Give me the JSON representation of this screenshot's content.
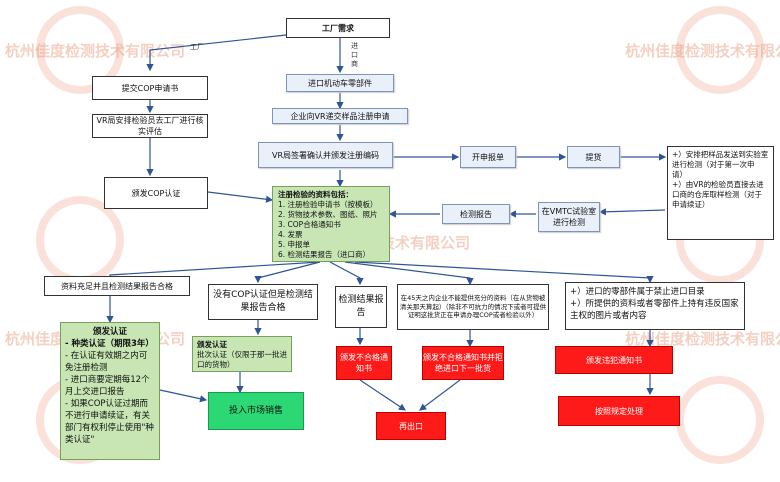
{
  "watermark": "杭州佳度检测技术有限公司",
  "labels": {
    "factory": "工厂",
    "importer": "进\n口\n商"
  },
  "nodes": {
    "factory_demand": "工厂需求",
    "import_parts": "进口机动车零部件",
    "submit_cop": "提交COP申请书",
    "vr_inspect": "VR局安排检验员去工厂进行核实评估",
    "issue_cop": "颁发COP认证",
    "enterprise_submit": "企业向VR递交样品注册申请",
    "vr_sign": "VR局签署确认并颁发注册编码",
    "open_order": "开申报单",
    "pick_goods": "提货",
    "arrange": "+）安排把样品发送到实验室进行检测（对于第一次申请）\n+）由VR的检验员直接去进口商的仓库取样检测（对于申请续证）",
    "test_report": "检测报告",
    "vmtc": "在VMTC试验室进行检测",
    "docs_title": "注册检验的资料包括：",
    "docs_items": [
      "1. 注册检验申请书（按模板）",
      "2. 货物技术参数、图纸、照片",
      "3. COP合格通知书",
      "4. 发票",
      "5. 申报单",
      "6. 检测结果报告（进口商）"
    ],
    "case1": "资料充足并且检测结果报告合格",
    "cert_title": "颁发认证",
    "cert_type": "- 种类认证（期限3年）",
    "cert_body": [
      "- 在认证有效期之内可免注册检测",
      "- 进口商要定期每12个月上交进口报告",
      "- 如果COP认证过期而不进行申请续证，有关部门有权利停止使用\"种类认证\""
    ],
    "case2": "没有COP认证但是检测结果报告合格",
    "batch_title": "颁发认证",
    "batch_body": "批次认证（仅限于那一批进口的货物）",
    "market": "投入市场销售",
    "case3": "检测结果报告",
    "fail_notice": "颁发不合格通知书",
    "case4": "在45天之内企业不能提供充分的资料（在从货物被清关那天算起）（除非不可抗力的情况下或者可提供证明这批货正在申请办理COP或者检验以外）",
    "reject": "颁发不合格通知书并拒绝进口下一批货",
    "reexport": "再出口",
    "case5": "+）进口的零部件属于禁止进口目录\n+）所提供的资料或者零部件上持有违反国家主权的图片或者内容",
    "violation": "颁发违犯通知书",
    "handle": "按照规定处理"
  },
  "colors": {
    "line": "#2f5597",
    "green": "#c8e6b4",
    "bright_green": "#2bd873",
    "red": "#ff1a1a",
    "blue": "#eaf0fa"
  }
}
